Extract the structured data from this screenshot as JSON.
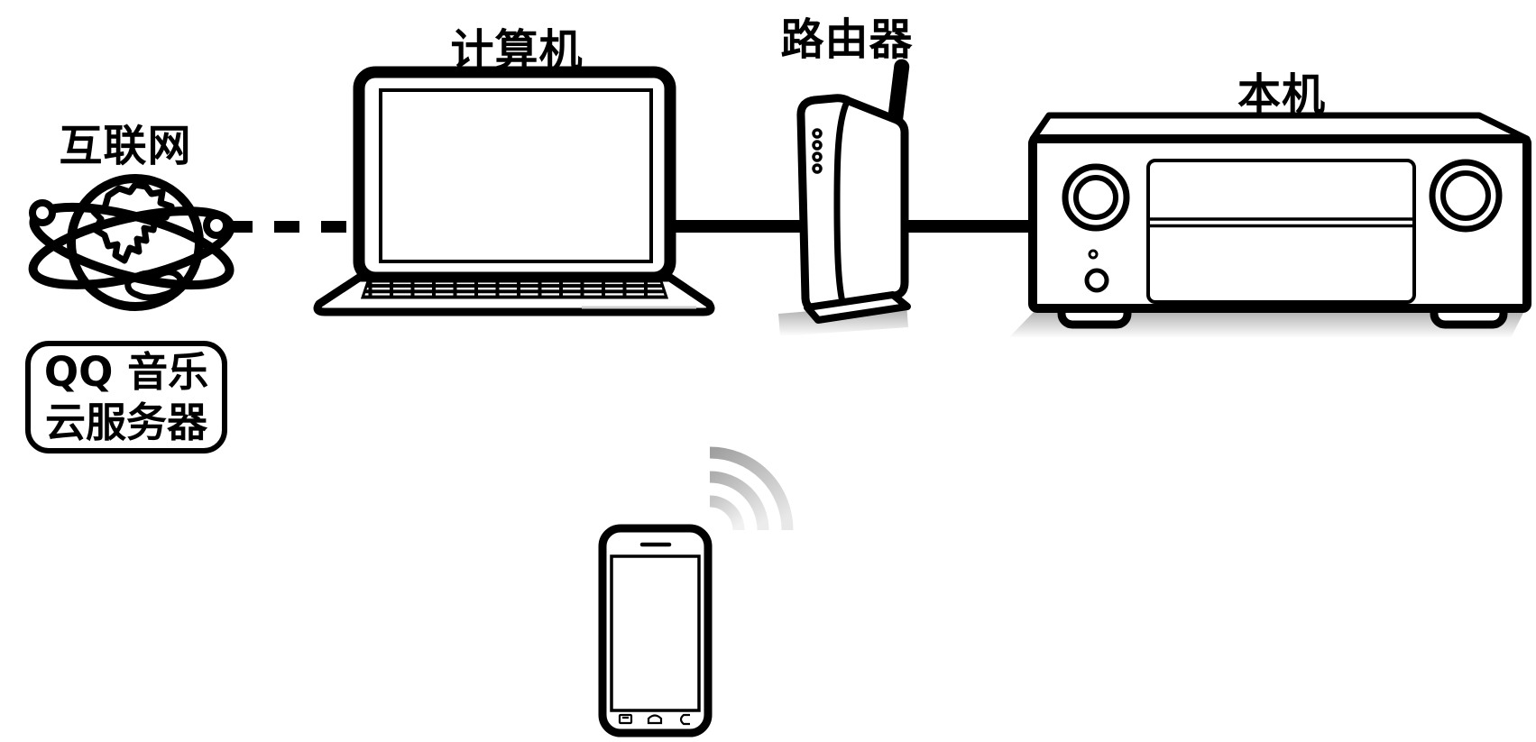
{
  "diagram": {
    "type": "network-connection-diagram",
    "nodes": {
      "internet": {
        "label": "互联网",
        "icon": "globe-orbit-icon"
      },
      "server": {
        "label_line1": "QQ 音乐",
        "label_line2": "云服务器"
      },
      "computer": {
        "label": "计算机",
        "icon": "laptop-icon"
      },
      "router": {
        "label": "路由器",
        "icon": "router-icon"
      },
      "unit": {
        "label": "本机",
        "icon": "av-receiver-icon"
      },
      "smartphone": {
        "label": "",
        "icon": "smartphone-icon"
      }
    },
    "connections": [
      {
        "from": "internet",
        "to": "computer",
        "style": "dashed"
      },
      {
        "from": "computer",
        "to": "router",
        "style": "solid"
      },
      {
        "from": "router",
        "to": "unit",
        "style": "solid"
      },
      {
        "from": "smartphone",
        "to": "router",
        "style": "wireless",
        "icon": "wifi-signal-icon"
      }
    ],
    "colors": {
      "line": "#000000",
      "wifi_gray_dark": "#a6a6a6",
      "wifi_gray_light": "#e8e8e8",
      "shadow_gray": "#b5b5b5"
    }
  }
}
